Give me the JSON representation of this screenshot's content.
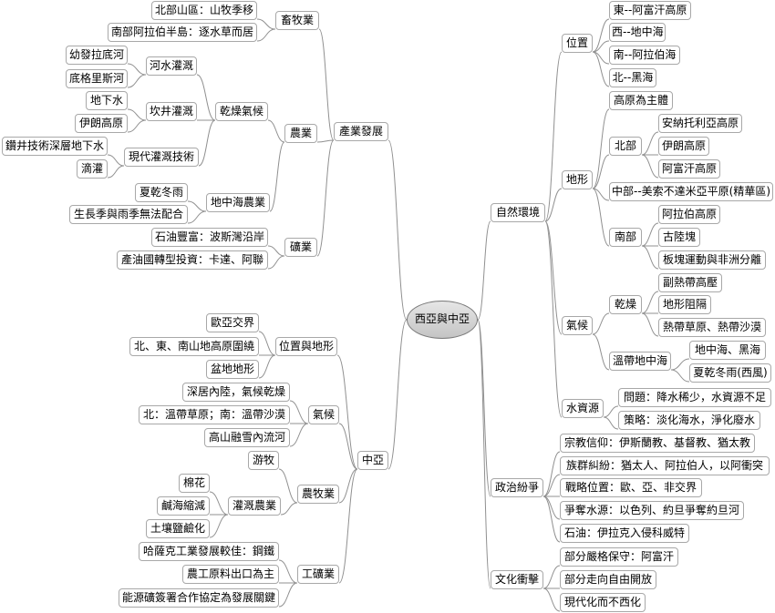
{
  "root": "西亞與中亞",
  "nodes": {
    "e1": "北部山區：山牧季移",
    "e2": "畜牧業",
    "e3": "南部阿拉伯半島：逐水草而居",
    "e4": "幼發拉底河",
    "e5": "河水灌溉",
    "e6": "底格里斯河",
    "e7": "地下水",
    "e8": "坎井灌溉",
    "e9": "乾燥氣候",
    "e10": "伊朗高原",
    "e11": "農業",
    "e12": "產業發展",
    "e13": "鑽井技術深層地下水",
    "e14": "現代灌溉技術",
    "e15": "滴灌",
    "e16": "夏乾冬雨",
    "e17": "地中海農業",
    "e18": "生長季與雨季無法配合",
    "e19": "石油豐富：波斯灣沿岸",
    "e20": "礦業",
    "e21": "產油國轉型投資：卡達、阿聯",
    "c1": "歐亞交界",
    "c2": "位置與地形",
    "c3": "北、東、南山地高原圍繞",
    "c4": "盆地地形",
    "c5": "深居內陸，氣候乾燥",
    "c6": "北：溫帶草原；南：溫帶沙漠",
    "c7": "氣候",
    "c8": "高山融雪內流河",
    "c9": "游牧",
    "c10": "中亞",
    "c11": "棉花",
    "c12": "灌溉農業",
    "c13": "農牧業",
    "c14": "鹹海縮減",
    "c15": "土壤鹽鹼化",
    "c16": "哈薩克工業發展較佳：鋼鐵",
    "c17": "農工原料出口為主",
    "c18": "工礦業",
    "c19": "能源礦簽署合作協定為發展關鍵",
    "w1": "東--阿富汗高原",
    "w2": "位置",
    "w3": "西--地中海",
    "w4": "南--阿拉伯海",
    "w5": "北--黑海",
    "w6": "高原為主體",
    "w7": "安納托利亞高原",
    "w8": "北部",
    "w9": "伊朗高原",
    "w10": "阿富汗高原",
    "w11": "地形",
    "w12": "中部--美索不達米亞平原(精華區)",
    "w13": "自然環境",
    "w14": "阿拉伯高原",
    "w15": "南部",
    "w16": "古陸塊",
    "w17": "板塊運動與非洲分離",
    "w18": "副熱帶高壓",
    "w19": "乾燥",
    "w20": "地形阻隔",
    "w21": "氣候",
    "w22": "熱帶草原、熱帶沙漠",
    "w23": "地中海、黑海",
    "w24": "溫帶地中海",
    "w25": "夏乾冬雨(西風)",
    "w26": "問題：降水稀少，水資源不足",
    "w27": "水資源",
    "w28": "策略：淡化海水，淨化廢水",
    "w29": "宗教信仰：伊斯蘭教、基督教、猶太教",
    "w30": "族群糾紛：猶太人、阿拉伯人，以阿衝突",
    "w31": "戰略位置：歐、亞、非交界",
    "w32": "政治紛爭",
    "w33": "爭奪水源：以色列、約旦爭奪約旦河",
    "w34": "石油：伊拉克入侵科威特",
    "w35": "部分嚴格保守：阿富汗",
    "w36": "文化衝擊",
    "w37": "部分走向自由開放",
    "w38": "現代化而不西化"
  }
}
